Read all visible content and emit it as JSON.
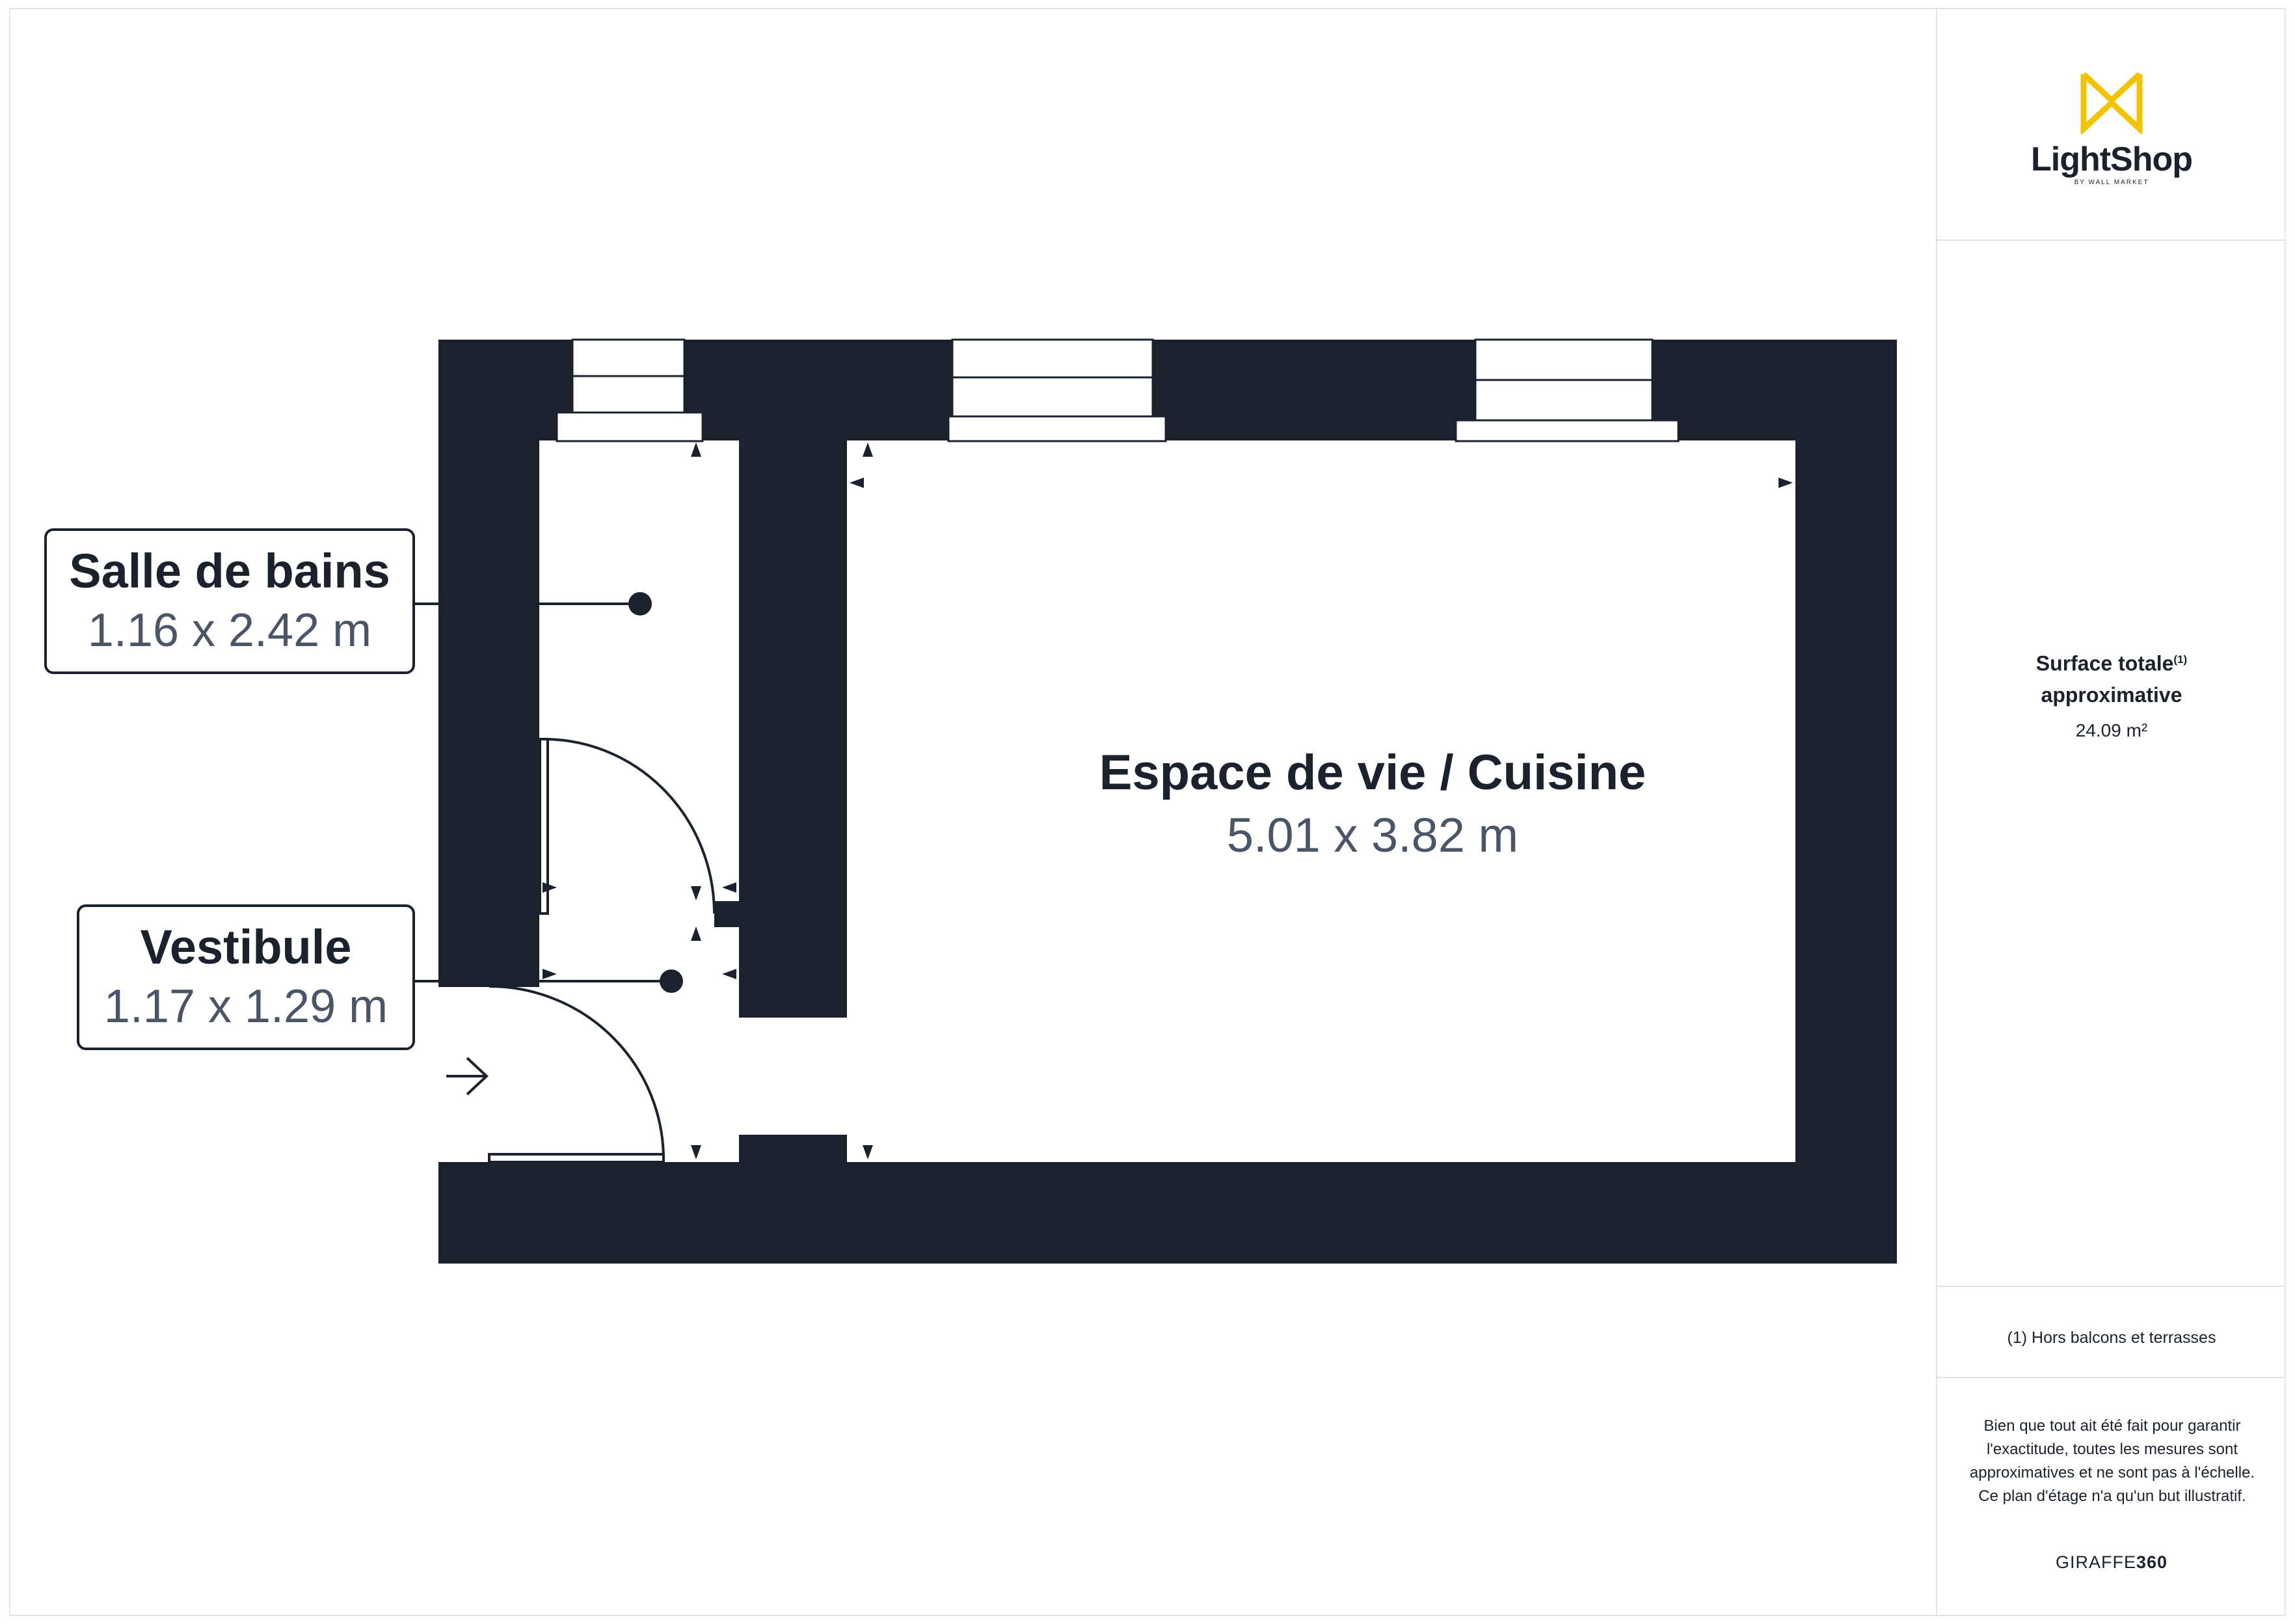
{
  "brand": {
    "logo_name": "LightShop",
    "logo_sub": "BY WALL MARKET",
    "logo_icon": "crown-mark-icon",
    "logo_color": "#f2c300",
    "company_prefix": "GIRAFFE",
    "company_suffix": "360"
  },
  "rooms": {
    "bathroom": {
      "name": "Salle de bains",
      "dims": "1.16 x 2.42 m"
    },
    "vestibule": {
      "name": "Vestibule",
      "dims": "1.17 x 1.29 m"
    },
    "living": {
      "name": "Espace de vie / Cuisine",
      "dims": "5.01 x 3.82 m"
    }
  },
  "summary": {
    "title_line1": "Surface totale",
    "footnote_marker": "(1)",
    "title_line2": "approximative",
    "area": "24.09 m²"
  },
  "footnote": "(1) Hors balcons et terrasses",
  "disclaimer": "Bien que tout ait été fait pour garantir l'exactitude, toutes les mesures sont approximatives et ne sont pas à l'échelle. Ce plan d'étage n'a qu'un but illustratif.",
  "colors": {
    "wall": "#1b222e",
    "text_secondary": "#4a5567",
    "divider": "#dfe2e6"
  }
}
